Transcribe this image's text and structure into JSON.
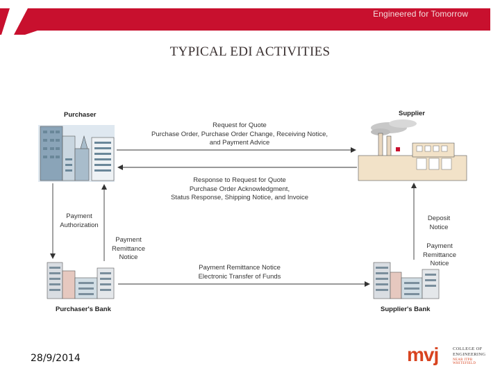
{
  "header": {
    "tagline": "Engineered for Tomorrow",
    "band_color": "#c8102e"
  },
  "title": "TYPICAL EDI ACTIVITIES",
  "diagram": {
    "nodes": {
      "purchaser": "Purchaser",
      "supplier": "Supplier",
      "purchasers_bank": "Purchaser's Bank",
      "suppliers_bank": "Supplier's Bank"
    },
    "flows": {
      "to_supplier": [
        "Request for Quote",
        "Purchase Order, Purchase Order Change, Receiving Notice,",
        "and Payment Advice"
      ],
      "to_purchaser": [
        "Response to Request for Quote",
        "Purchase Order Acknowledgment,",
        "Status Response, Shipping Notice, and Invoice"
      ],
      "payment_authorization": [
        "Payment",
        "Authorization"
      ],
      "payment_remittance": [
        "Payment",
        "Remittance",
        "Notice"
      ],
      "bank_transfer": [
        "Payment Remittance Notice",
        "Electronic Transfer of Funds"
      ],
      "deposit_notice": [
        "Deposit",
        "Notice"
      ],
      "supplier_remittance": [
        "Payment",
        "Remittance",
        "Notice"
      ]
    }
  },
  "footer": {
    "date": "28/9/2014",
    "logo": {
      "mark": "mvj",
      "line1": "COLLEGE OF",
      "line2": "ENGINEERING",
      "line3": "NEAR ITPB WHITEFIELD",
      "color": "#d8431f"
    }
  }
}
